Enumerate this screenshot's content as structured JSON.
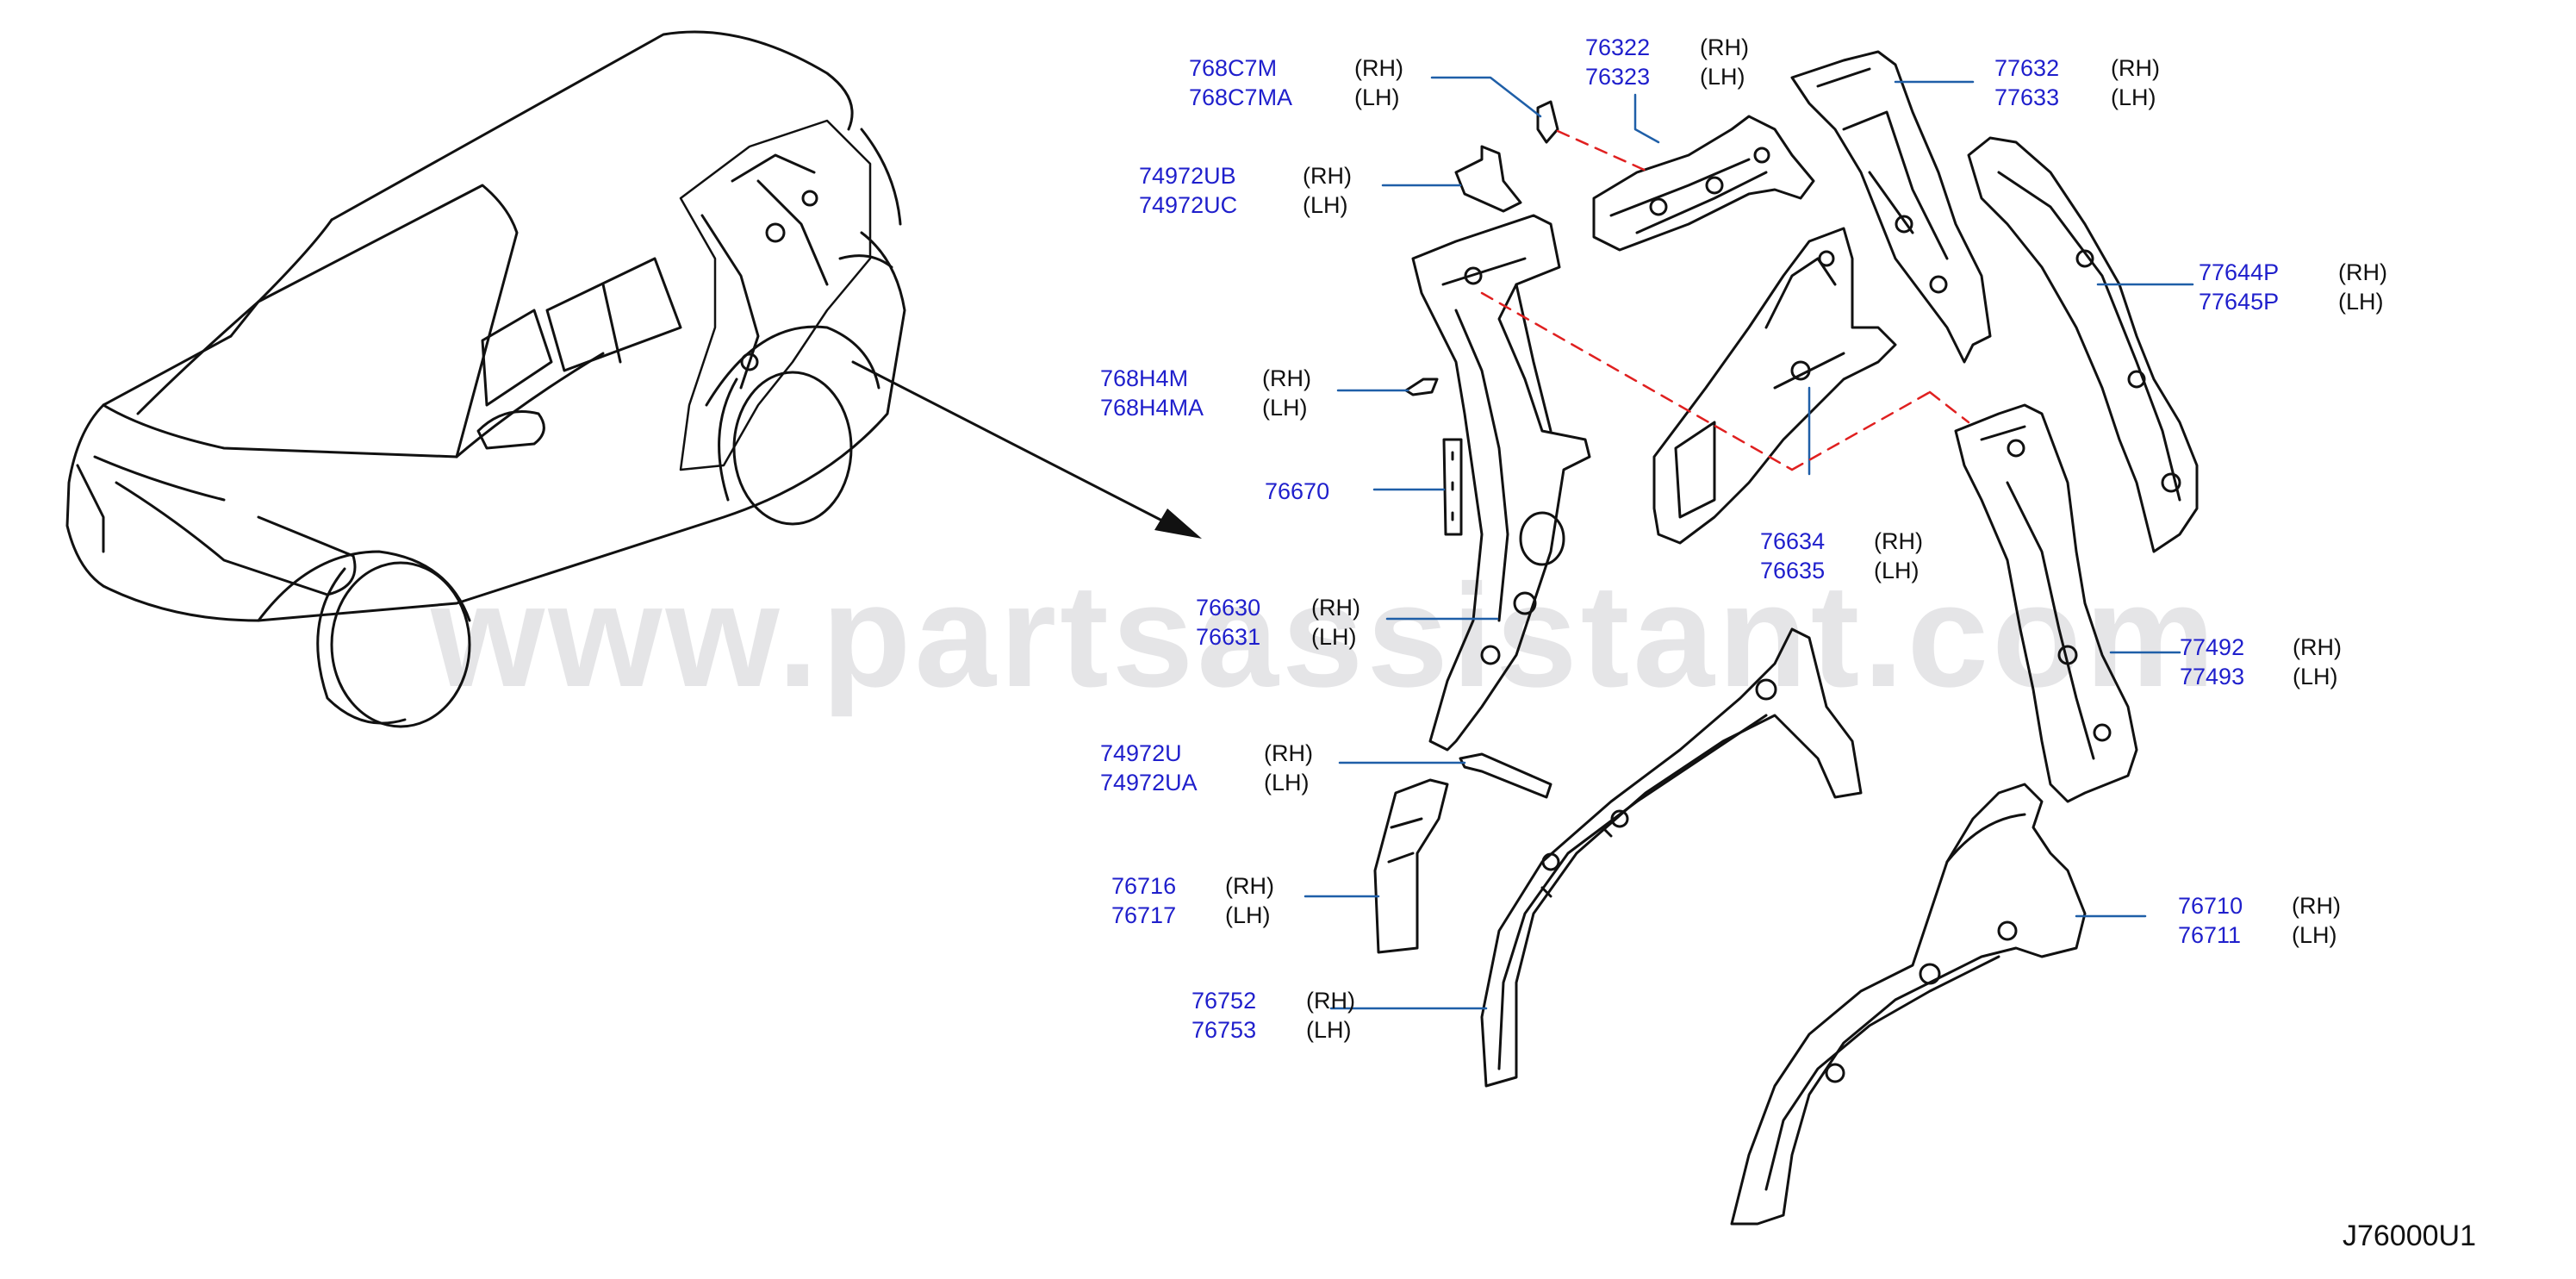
{
  "watermark": "www.partsassistant.com",
  "diagram_code": "J76000U1",
  "colors": {
    "part_number": "#1f1fcc",
    "line": "#111111",
    "leader": "#1f5fa8",
    "dashed": "#e02020"
  },
  "callouts": [
    {
      "id": "768C7M",
      "part_rh": "768C7M",
      "side_rh": "(RH)",
      "part_lh": "768C7MA",
      "side_lh": "(LH)"
    },
    {
      "id": "74972UB",
      "part_rh": "74972UB",
      "side_rh": "(RH)",
      "part_lh": "74972UC",
      "side_lh": "(LH)"
    },
    {
      "id": "768H4M",
      "part_rh": "768H4M",
      "side_rh": "(RH)",
      "part_lh": "768H4MA",
      "side_lh": "(LH)"
    },
    {
      "id": "76670",
      "part_single": "76670"
    },
    {
      "id": "76630",
      "part_rh": "76630",
      "side_rh": "(RH)",
      "part_lh": "76631",
      "side_lh": "(LH)"
    },
    {
      "id": "74972U",
      "part_rh": "74972U",
      "side_rh": "(RH)",
      "part_lh": "74972UA",
      "side_lh": "(LH)"
    },
    {
      "id": "76716",
      "part_rh": "76716",
      "side_rh": "(RH)",
      "part_lh": "76717",
      "side_lh": "(LH)"
    },
    {
      "id": "76752",
      "part_rh": "76752",
      "side_rh": "(RH)",
      "part_lh": "76753",
      "side_lh": "(LH)"
    },
    {
      "id": "76322",
      "part_rh": "76322",
      "side_rh": "(RH)",
      "part_lh": "76323",
      "side_lh": "(LH)"
    },
    {
      "id": "77632",
      "part_rh": "77632",
      "side_rh": "(RH)",
      "part_lh": "77633",
      "side_lh": "(LH)"
    },
    {
      "id": "77644P",
      "part_rh": "77644P",
      "side_rh": "(RH)",
      "part_lh": "77645P",
      "side_lh": "(LH)"
    },
    {
      "id": "76634",
      "part_rh": "76634",
      "side_rh": "(RH)",
      "part_lh": "76635",
      "side_lh": "(LH)"
    },
    {
      "id": "77492",
      "part_rh": "77492",
      "side_rh": "(RH)",
      "part_lh": "77493",
      "side_lh": "(LH)"
    },
    {
      "id": "76710",
      "part_rh": "76710",
      "side_rh": "(RH)",
      "part_lh": "76711",
      "side_lh": "(LH)"
    }
  ]
}
